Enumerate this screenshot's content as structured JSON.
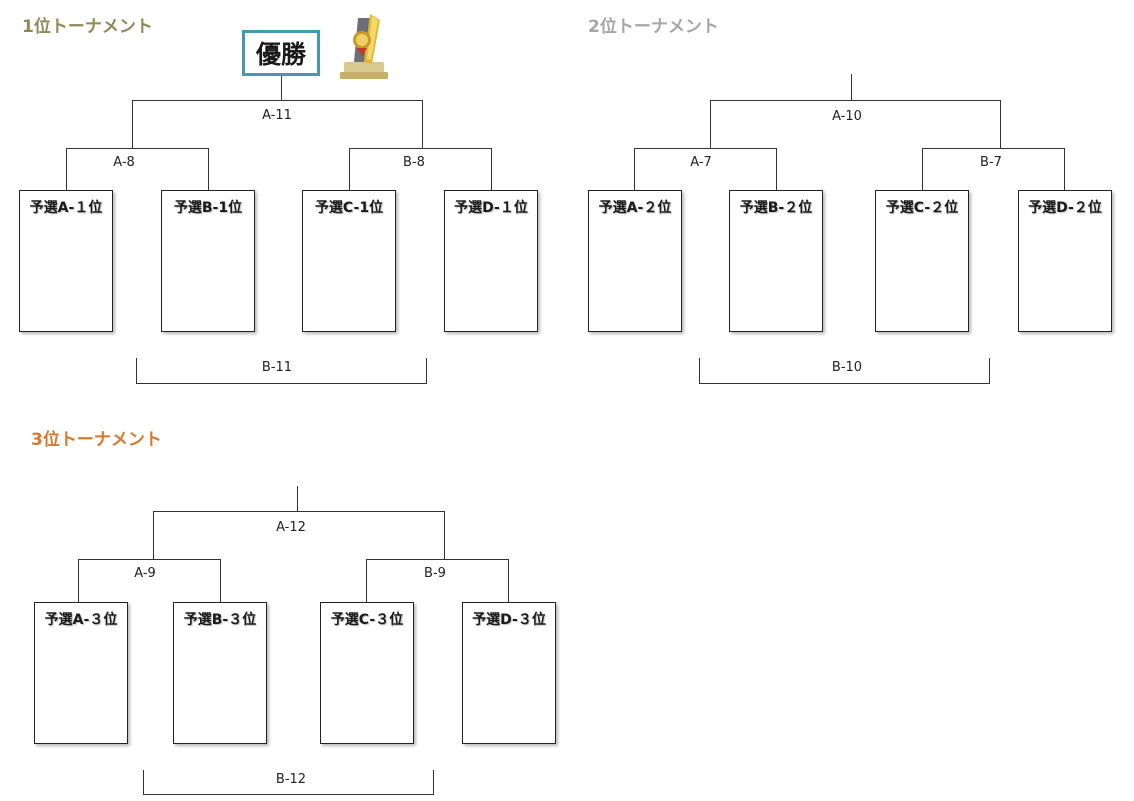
{
  "t1": {
    "title": "1位トーナメント",
    "champion": "優勝",
    "top_match": "A-11",
    "left_match": "A-8",
    "right_match": "B-8",
    "bottom_match": "B-11",
    "boxes": [
      "予選A-１位",
      "予選B-1位",
      "予選C-1位",
      "予選D-１位"
    ]
  },
  "t2": {
    "title": "2位トーナメント",
    "top_match": "A-10",
    "left_match": "A-7",
    "right_match": "B-7",
    "bottom_match": "B-10",
    "boxes": [
      "予選A-２位",
      "予選B-２位",
      "予選C-２位",
      "予選D-２位"
    ]
  },
  "t3": {
    "title": "3位トーナメント",
    "top_match": "A-12",
    "left_match": "A-9",
    "right_match": "B-9",
    "bottom_match": "B-12",
    "boxes": [
      "予選A-３位",
      "予選B-３位",
      "予選C-３位",
      "予選D-３位"
    ]
  },
  "colors": {
    "t1_title": "#8e8a57",
    "t2_title": "#a6a6a6",
    "t3_title": "#d6782e",
    "champion_border": "#4a97b3"
  },
  "icons": {
    "trophy": "trophy-icon"
  }
}
